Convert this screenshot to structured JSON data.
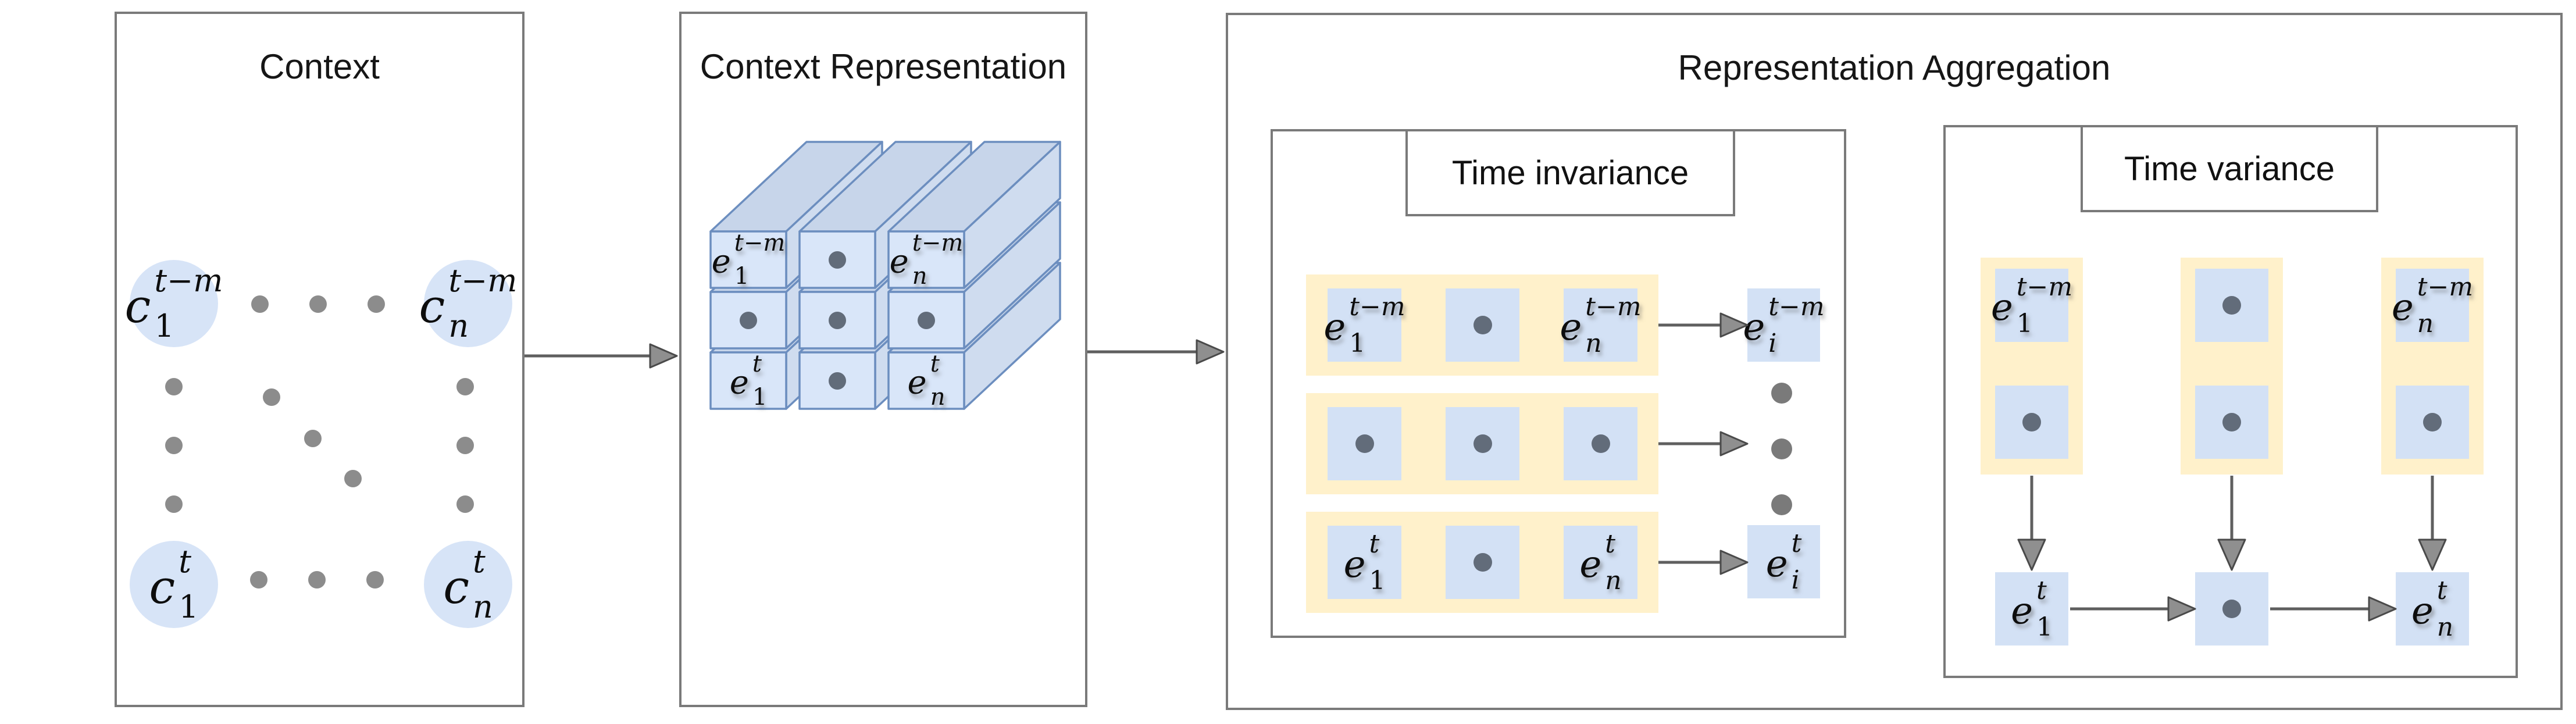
{
  "figure": {
    "context": {
      "title": "Context",
      "corner_nodes": [
        {
          "main": "c",
          "sup": "t−m",
          "sub": "1",
          "position": "top-left"
        },
        {
          "main": "c",
          "sup": "t−m",
          "sub": "n",
          "position": "top-right"
        },
        {
          "main": "c",
          "sup": "t",
          "sub": "1",
          "position": "bottom-left"
        },
        {
          "main": "c",
          "sup": "t",
          "sub": "n",
          "position": "bottom-right"
        }
      ]
    },
    "context_representation": {
      "title": "Context Representation",
      "grid": [
        [
          {
            "main": "e",
            "sup": "t−m",
            "sub": "1"
          },
          {
            "dot": true
          },
          {
            "main": "e",
            "sup": "t−m",
            "sub": "n"
          }
        ],
        [
          {
            "dot": true
          },
          {
            "dot": true
          },
          {
            "dot": true
          }
        ],
        [
          {
            "main": "e",
            "sup": "t",
            "sub": "1"
          },
          {
            "dot": true
          },
          {
            "main": "e",
            "sup": "t",
            "sub": "n"
          }
        ]
      ]
    },
    "representation_aggregation": {
      "title": "Representation Aggregation",
      "time_invariance": {
        "label": "Time invariance",
        "rows": [
          {
            "cells": [
              {
                "main": "e",
                "sup": "t−m",
                "sub": "1"
              },
              {
                "dot": true
              },
              {
                "main": "e",
                "sup": "t−m",
                "sub": "n"
              }
            ],
            "output": {
              "main": "e",
              "sup": "t−m",
              "sub": "i"
            }
          },
          {
            "cells": [
              {
                "dot": true
              },
              {
                "dot": true
              },
              {
                "dot": true
              }
            ],
            "output": {
              "dots": 3
            }
          },
          {
            "cells": [
              {
                "main": "e",
                "sup": "t",
                "sub": "1"
              },
              {
                "dot": true
              },
              {
                "main": "e",
                "sup": "t",
                "sub": "n"
              }
            ],
            "output": {
              "main": "e",
              "sup": "t",
              "sub": "i"
            }
          }
        ]
      },
      "time_variance": {
        "label": "Time variance",
        "columns": [
          {
            "cells": [
              {
                "main": "e",
                "sup": "t−m",
                "sub": "1"
              },
              {
                "dot": true
              }
            ],
            "output": {
              "main": "e",
              "sup": "t",
              "sub": "1"
            }
          },
          {
            "cells": [
              {
                "dot": true
              },
              {
                "dot": true
              }
            ],
            "output": {
              "dot": true
            }
          },
          {
            "cells": [
              {
                "main": "e",
                "sup": "t−m",
                "sub": "n"
              },
              {
                "dot": true
              }
            ],
            "output": {
              "main": "e",
              "sup": "t",
              "sub": "n"
            }
          }
        ]
      }
    },
    "colors": {
      "node_blue": "#d7e4f7",
      "square_blue": "#d3e1f5",
      "strip_yellow": "#fff1cb",
      "cuboid_front": "#d9e6f9",
      "cuboid_top": "#c7d5ea",
      "cuboid_side": "#cfdcef",
      "cuboid_stroke": "#6c8ebf",
      "border_gray": "#7a7a7a",
      "arrow_line": "#5f5f5f",
      "arrow_head_fill": "#8f8f8f",
      "arrow_head_stroke": "#4a4a4a",
      "context_dot": "#8c8c8c",
      "free_dot": "#7a7a7a",
      "cell_dot": "#626c7a"
    }
  }
}
